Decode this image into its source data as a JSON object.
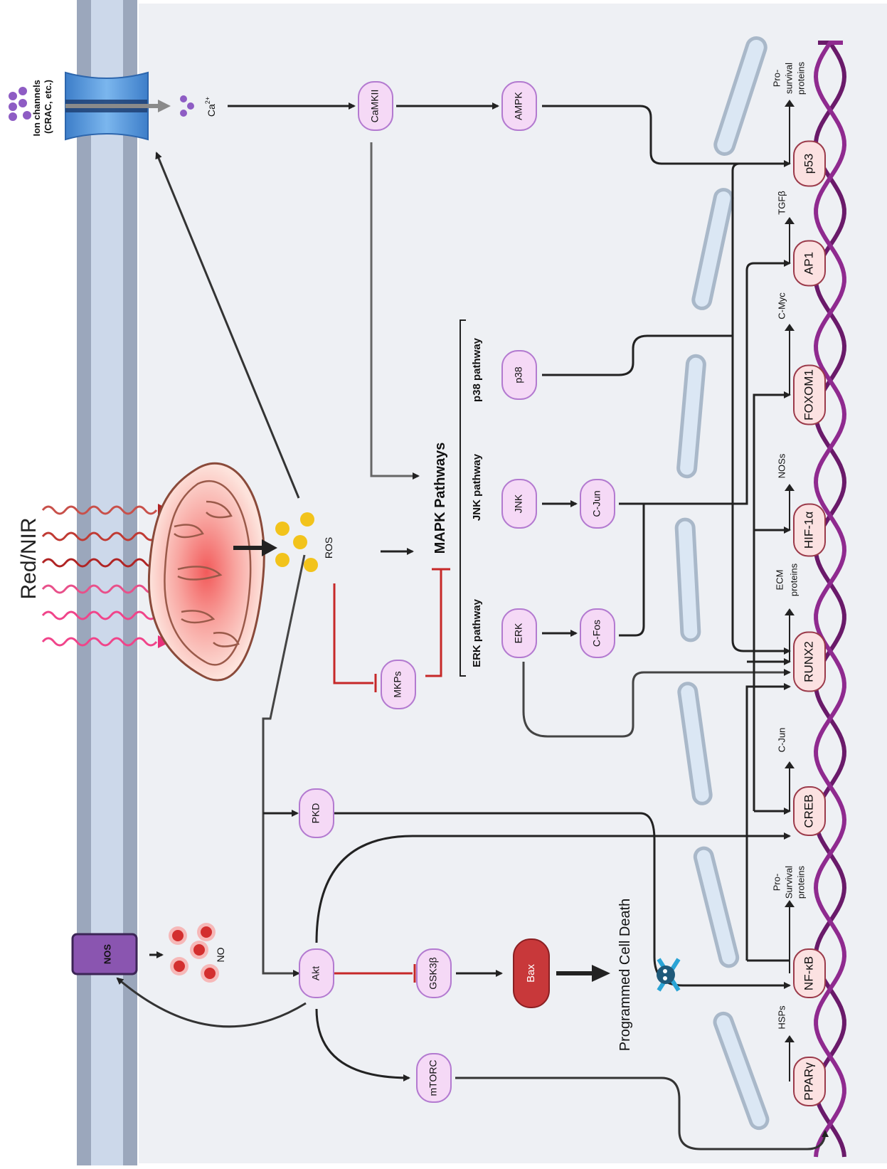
{
  "header": {
    "light_label": "Red/NIR",
    "membrane_channel_label": "Ion channels\n(CRAC, etc.)",
    "calcium_label": "Ca",
    "calcium_superscript": "2+",
    "ros_label": "ROS",
    "no_label": "NO",
    "nos_label": "NOS"
  },
  "nodes": {
    "camkii": "CaMKII",
    "ampk": "AMPK",
    "mkps": "MKPs",
    "erk": "ERK",
    "cfos": "C-Fos",
    "jnk": "JNK",
    "cjun": "C-Jun",
    "p38": "p38",
    "pkd": "PKD",
    "akt": "Akt",
    "gsk3b": "GSK3β",
    "bax": "Bax",
    "mtorc": "mTORC"
  },
  "mapk": {
    "title": "MAPK Pathways",
    "erk_pathway": "ERK pathway",
    "jnk_pathway": "JNK pathway",
    "p38_pathway": "p38 pathway"
  },
  "death_label": "Programmed Cell Death",
  "transcription_factors": {
    "p53": "p53",
    "ap1": "AP1",
    "foxom1": "FOXOM1",
    "hif1a": "HIF-1α",
    "runx2": "RUNX2",
    "creb": "CREB",
    "nfkb": "NF-κB",
    "ppary": "PPARγ"
  },
  "products": {
    "p53_top": "Pro-",
    "p53_mid": "survival",
    "p53_bot": "proteins",
    "tgfb": "TGFβ",
    "cmyc": "C-Myc",
    "noss": "NOSs",
    "ecm_top": "ECM",
    "ecm_bot": "proteins",
    "cjun": "C-Jun",
    "nfkb_top": "Pro-",
    "nfkb_mid": "Survival",
    "nfkb_bot": "proteins",
    "hsps": "HSPs"
  }
}
